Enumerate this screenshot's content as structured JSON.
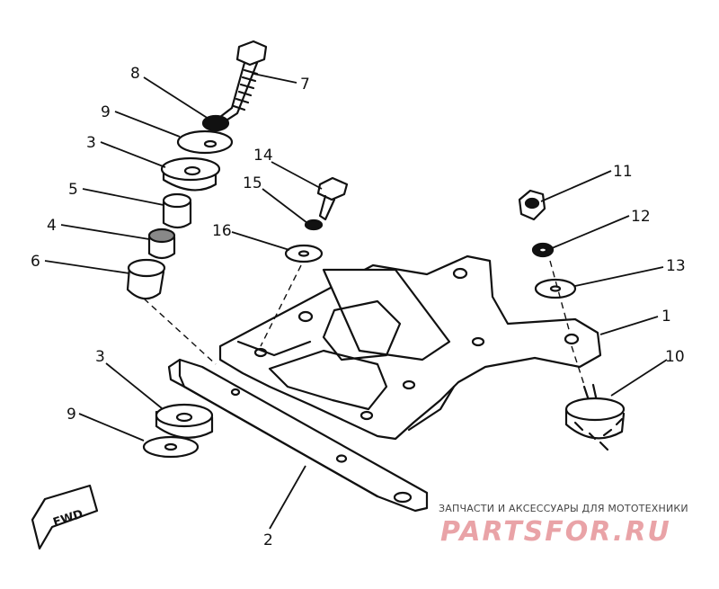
{
  "parts": [
    {
      "id": "p7",
      "number": "7"
    },
    {
      "id": "p8",
      "number": "8"
    },
    {
      "id": "p9a",
      "number": "9"
    },
    {
      "id": "p3a",
      "number": "3"
    },
    {
      "id": "p5",
      "number": "5"
    },
    {
      "id": "p4",
      "number": "4"
    },
    {
      "id": "p6",
      "number": "6"
    },
    {
      "id": "p14",
      "number": "14"
    },
    {
      "id": "p15",
      "number": "15"
    },
    {
      "id": "p16",
      "number": "16"
    },
    {
      "id": "p11",
      "number": "11"
    },
    {
      "id": "p12",
      "number": "12"
    },
    {
      "id": "p13",
      "number": "13"
    },
    {
      "id": "p1",
      "number": "1"
    },
    {
      "id": "p10",
      "number": "10"
    },
    {
      "id": "p3b",
      "number": "3"
    },
    {
      "id": "p9b",
      "number": "9"
    },
    {
      "id": "p2",
      "number": "2"
    }
  ],
  "fwd_label": "FWD",
  "watermark": {
    "subtitle": "ЗАПЧАСТИ И АКСЕССУАРЫ ДЛЯ МОТОТЕХНИКИ",
    "logo": "PARTSFOR.RU"
  },
  "colors": {
    "line": "#111111",
    "watermark": "#e9a3a7"
  }
}
